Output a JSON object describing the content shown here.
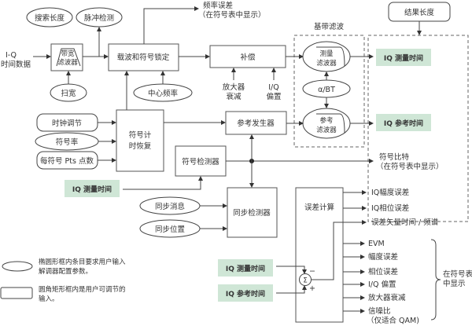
{
  "diagram": {
    "inputs": {
      "iq_time_data_line1": "I-Q",
      "iq_time_data_line2": "时间数据"
    },
    "ellipses": {
      "search_length": "搜索长度",
      "pulse_detect": "脉冲检测",
      "sweep_width": "扫宽",
      "center_freq": "中心频率",
      "symbol_rate": "符号率",
      "sync_msg": "同步消息",
      "sync_pos": "同步位置",
      "alpha_bt": "α/BT"
    },
    "rounded_boxes": {
      "clock_adjust": "时钟调节",
      "points_per_symbol": "每符号 Pts 点数",
      "result_length": "结果长度"
    },
    "blocks": {
      "bandwidth_filter_line1": "带宽",
      "bandwidth_filter_line2": "滤波器",
      "carrier_symbol_lock": "载波和符号锁定",
      "compensation": "补偿",
      "symbol_timing_line1": "符号计",
      "symbol_timing_line2": "时恢复",
      "ref_generator": "参考发生器",
      "symbol_detector": "符号检测器",
      "sync_detector": "同步检测器",
      "error_calc": "误差计算",
      "meas_filter_line1": "测量",
      "meas_filter_line2": "滤波器",
      "ref_filter_line1": "参考",
      "ref_filter_line2": "滤波器"
    },
    "labels": {
      "freq_error_line1": "频率误差",
      "freq_error_line2": "（在符号表中显示）",
      "amp_droop_line1": "放大器",
      "amp_droop_line2": "衰减",
      "iq_offset_line1": "I/Q",
      "iq_offset_line2": "偏置",
      "baseband_filter": "基带滤波",
      "symbol_bits_line1": "符号比特",
      "symbol_bits_line2": "（在符号表中显示）",
      "minus": "−",
      "plus": "+",
      "sigma": "Σ"
    },
    "green_tags": {
      "iq_meas_time": "IQ 测量时间",
      "iq_ref_time": "IQ 参考时间"
    },
    "trace_outputs": [
      "IQ幅度误差",
      "IQ相位误差",
      "误差矢量时间 / 频谱"
    ],
    "table_outputs": [
      "EVM",
      "幅度误差",
      "相位误差",
      "I/Q 偏置",
      "放大器衰减",
      "信噪比",
      "（仅适合 QAM)"
    ],
    "table_brace_label_line1": "在符号表",
    "table_brace_label_line2": "中显示"
  },
  "legend": {
    "ellipse_line1": "椭圆形框内条目要求用户输入",
    "ellipse_line2": "解调器配置参数。",
    "rounded_line1": "圆角矩形框内是用户可调节的",
    "rounded_line2": "输入。"
  },
  "colors": {
    "green_tag": "#cfe6d6",
    "stroke": "#444444"
  }
}
